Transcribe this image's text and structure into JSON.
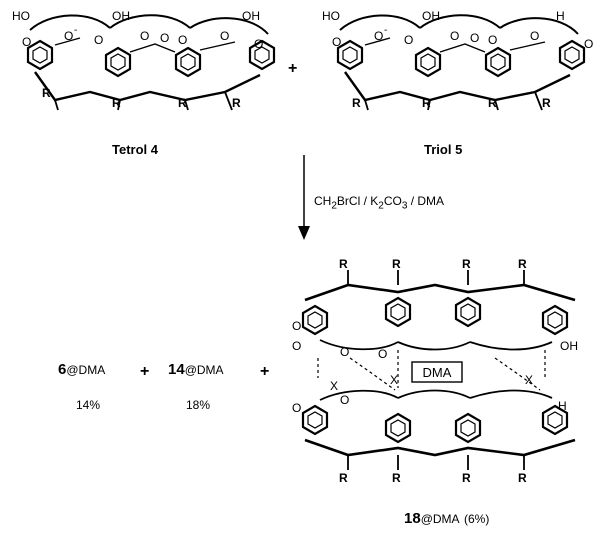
{
  "compounds": {
    "tetrol": {
      "name": "Tetrol",
      "number": "4"
    },
    "triol": {
      "name": "Triol",
      "number": "5"
    }
  },
  "reaction": {
    "plus_top": "+",
    "conditions": {
      "a": "CH",
      "a_sub": "2",
      "b": "BrCl / K",
      "b_sub": "2",
      "c": "CO",
      "c_sub": "3",
      "d": " / DMA"
    }
  },
  "products": {
    "p6": {
      "number": "6",
      "guest": "@DMA",
      "yield": "14%"
    },
    "p14": {
      "number": "14",
      "guest": "@DMA",
      "yield": "18%"
    },
    "p18": {
      "number": "18",
      "guest": "@DMA",
      "yield": "(6%)"
    },
    "plus1": "+",
    "plus2": "+",
    "guest_box": "DMA"
  },
  "atoms": {
    "R": "R",
    "O": "O",
    "Ominus": "O",
    "OH": "OH",
    "HO": "HO",
    "H": "H",
    "X": "X",
    "minus": "-"
  }
}
